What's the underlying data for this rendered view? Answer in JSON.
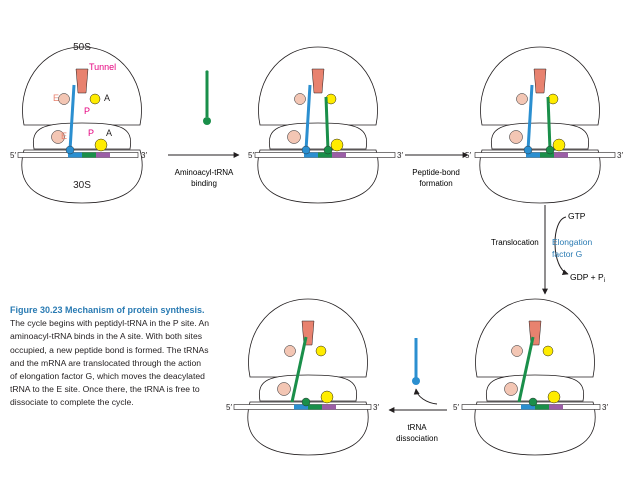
{
  "labels": {
    "large_subunit": "50S",
    "small_subunit": "30S",
    "tunnel": "Tunnel",
    "site_e": "E",
    "site_p": "P",
    "site_a": "A",
    "five_prime": "5′",
    "three_prime": "3′"
  },
  "steps": {
    "binding_line1": "Aminoacyl-tRNA",
    "binding_line2": "binding",
    "peptide_line1": "Peptide-bond",
    "peptide_line2": "formation",
    "translocation": "Translocation",
    "gtp": "GTP",
    "ef_line1": "Elongation",
    "ef_line2": "factor G",
    "gdp": "GDP + P",
    "gdp_sub": "i",
    "dissoc_line1": "tRNA",
    "dissoc_line2": "dissociation"
  },
  "caption": {
    "title": "Figure 30.23 Mechanism of protein synthesis.",
    "body": " The cycle begins with peptidyl-tRNA in the P site. An aminoacyl-tRNA binds in the A site. With both sites occupied, a new peptide bond is formed. The tRNAs and the mRNA are translocated through the action of elongation factor G, which moves the deacylated tRNA to the E site. Once there, the tRNA is free to dissociate to complete the cycle."
  },
  "colors": {
    "outline": "#231f20",
    "tunnel": "#e8826f",
    "tunnel_label": "#e6007e",
    "e_site": "#f3c6b4",
    "a_site": "#ffec00",
    "trna_blue": "#2b8fd0",
    "trna_green": "#1a8f4a",
    "mrna_blue": "#2b8fd0",
    "mrna_green": "#1a8f4a",
    "mrna_purple": "#9b5ea6",
    "accent_blue": "#2a7bb3"
  }
}
